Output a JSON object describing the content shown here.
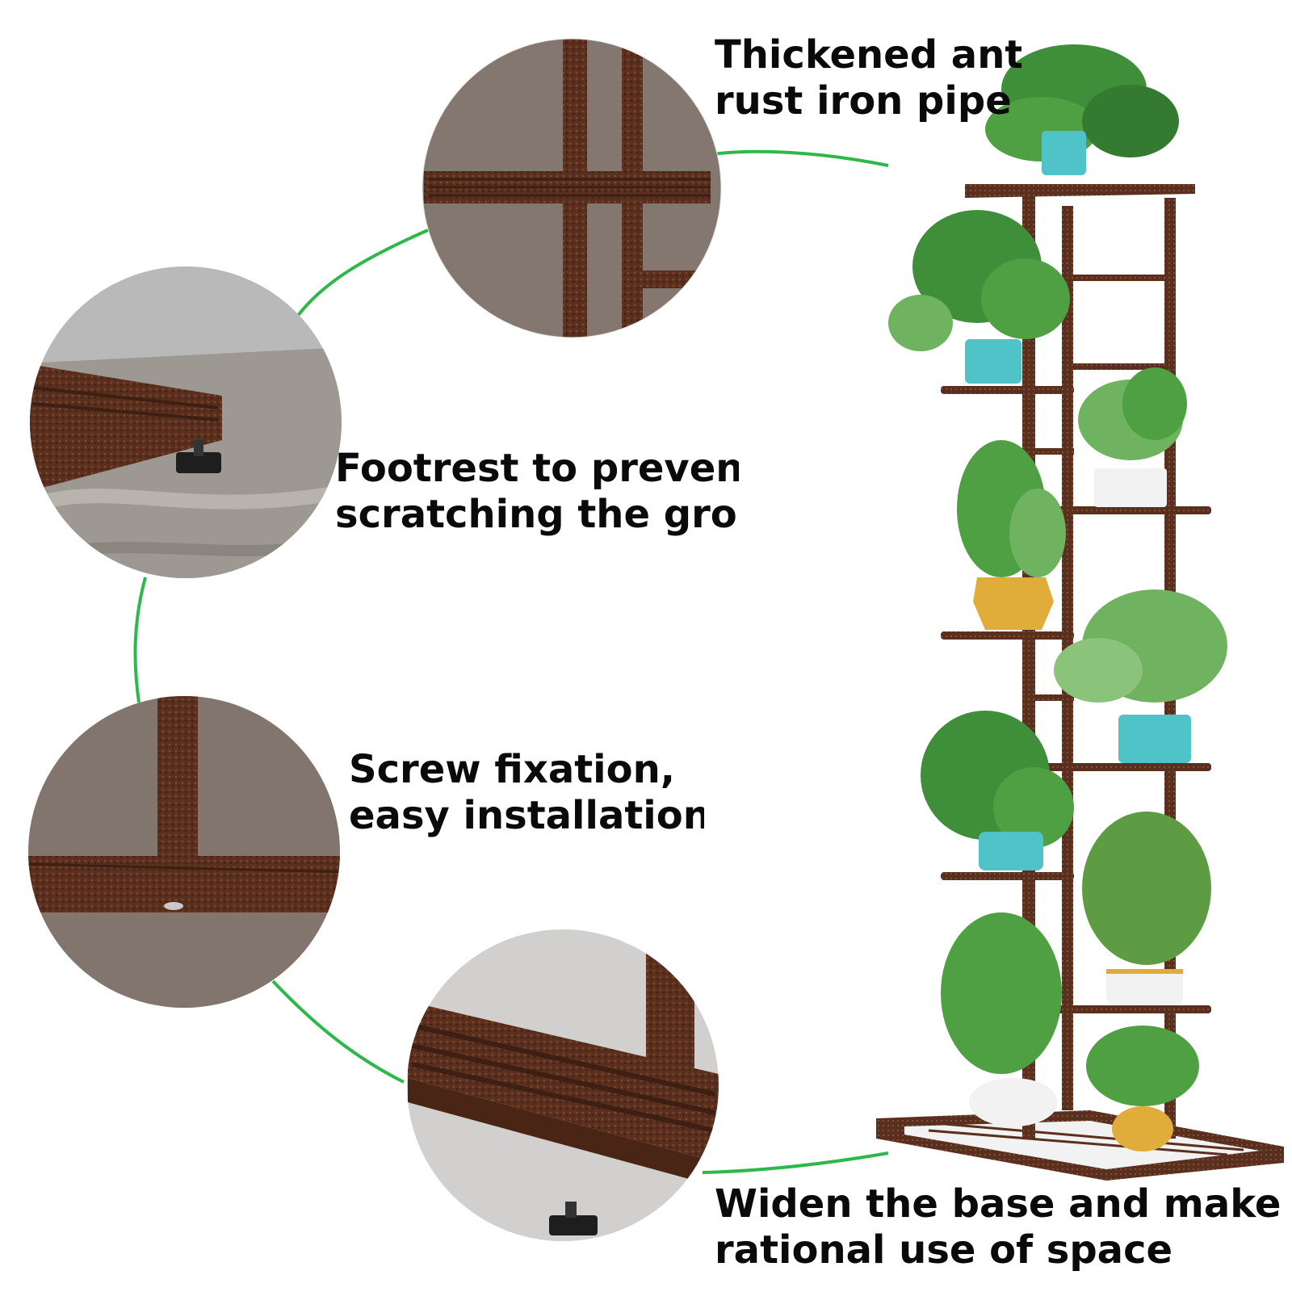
{
  "features": [
    {
      "id": "thickened-pipe",
      "lines": [
        "Thickened anti-",
        "rust iron pipe"
      ],
      "detail_icon": "shelf-frame-closeup"
    },
    {
      "id": "footrest",
      "lines": [
        "Footrest to prevent",
        "scratching the groun"
      ],
      "detail_icon": "adjustable-foot-closeup"
    },
    {
      "id": "screw-fixation",
      "lines": [
        "Screw fixation,",
        "easy installation"
      ],
      "detail_icon": "screw-joint-closeup"
    },
    {
      "id": "wide-base",
      "lines": [
        "Widen the base and make",
        "rational use of space"
      ],
      "detail_icon": "wide-base-closeup"
    }
  ],
  "colors": {
    "connector_line": "#2db84a",
    "metal_frame": "#5a2f1d",
    "metal_highlight": "#8a5a44",
    "wall_background": "#7d716a",
    "pot_teal": "#4fc3c7",
    "pot_gold": "#e0ad3b",
    "pot_white": "#f2f2f2",
    "foliage": "#3f8f3a"
  },
  "product": {
    "icon": "plant-stand-icon",
    "shelves": 9
  }
}
